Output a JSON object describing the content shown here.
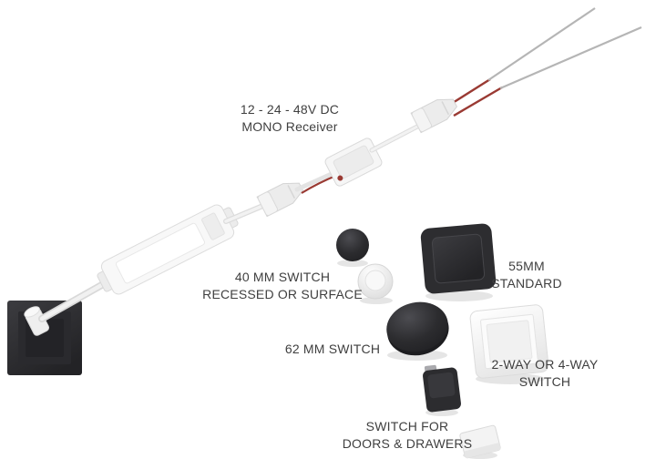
{
  "labels": {
    "receiver": {
      "line1": "12 - 24 - 48V DC",
      "line2": "MONO Receiver"
    },
    "switch_40mm": {
      "line1": "40 MM SWITCH",
      "line2": "RECESSED OR SURFACE"
    },
    "switch_55mm": {
      "line1": "55MM",
      "line2": "STANDARD"
    },
    "switch_62mm": {
      "line1": "62 MM SWITCH"
    },
    "switch_multiway": {
      "line1": "2-WAY OR 4-WAY",
      "line2": "SWITCH"
    },
    "switch_doors": {
      "line1": "SWITCH FOR",
      "line2": "DOORS & DRAWERS"
    }
  },
  "colors": {
    "background": "#ffffff",
    "text": "#3f3f3f",
    "black_plastic": "#2b2b2e",
    "white_plastic": "#f4f4f4",
    "wire_red": "#9a3a33",
    "wire_silver": "#b5b5b5",
    "cable_white": "#e9e9e9"
  }
}
